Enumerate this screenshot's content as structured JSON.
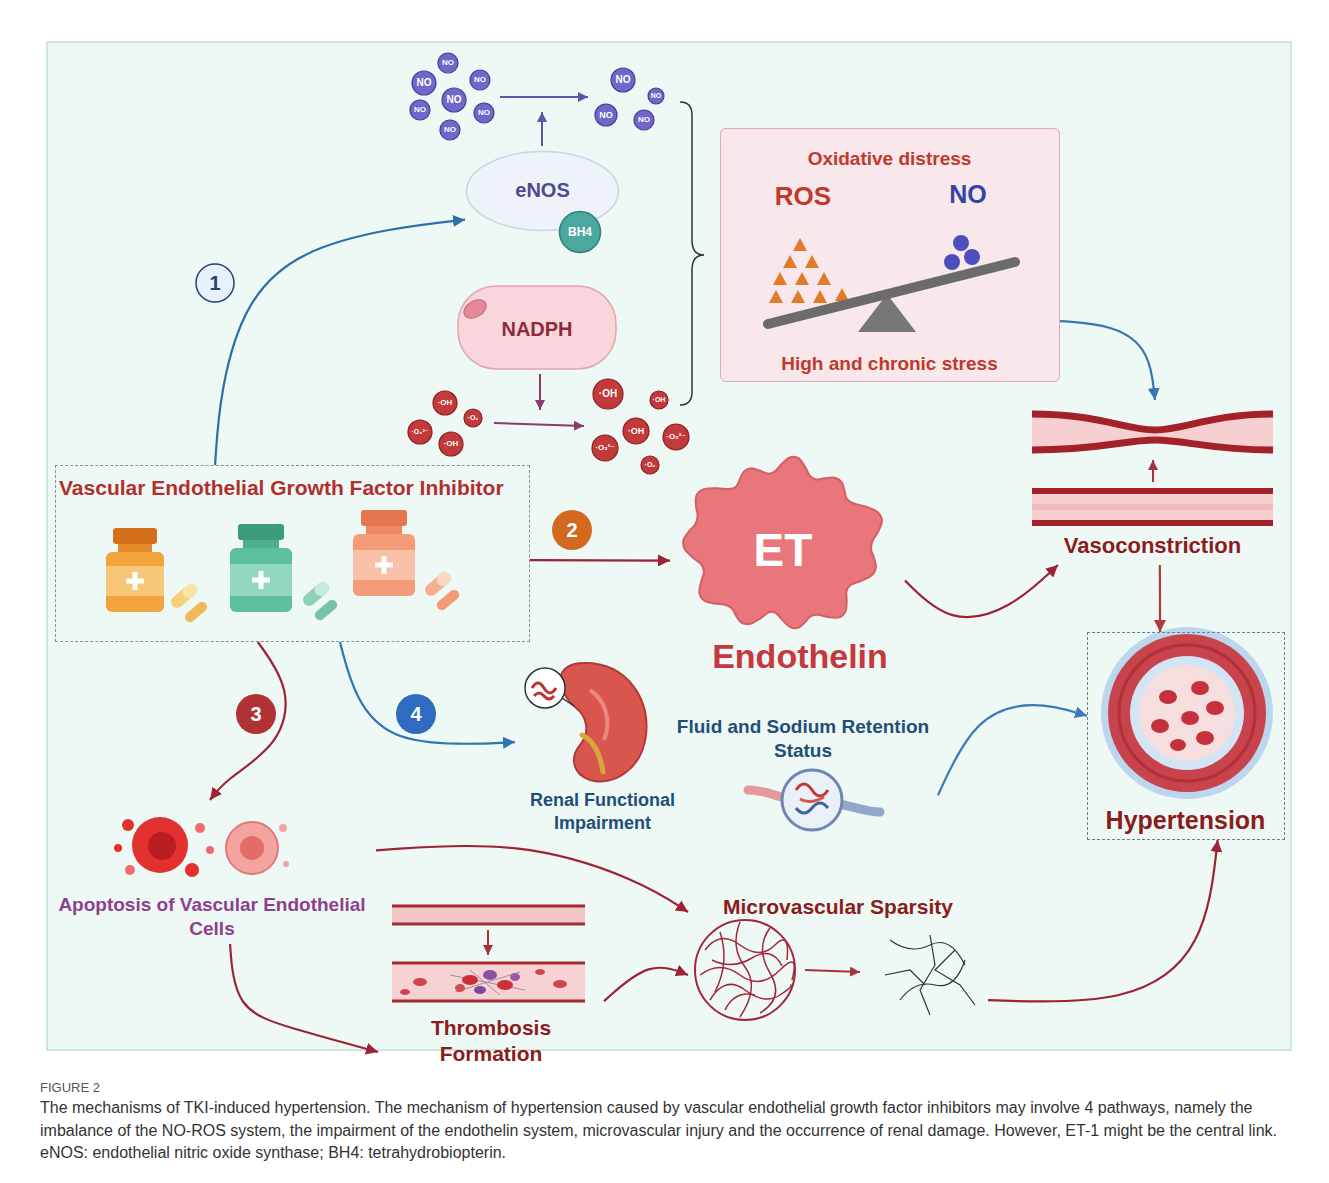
{
  "diagram": {
    "title": "FIGURE 2",
    "caption": "The mechanisms of TKI-induced hypertension. The mechanism of hypertension caused by vascular endothelial growth factor inhibitors may involve 4 pathways, namely the imbalance of the NO-ROS system, the impairment of the endothelin system, microvascular injury and the occurrence of renal damage. However, ET-1 might be the central link. eNOS: endothelial nitric oxide synthase; BH4: tetrahydrobiopterin.",
    "nodes": [
      {
        "text": [
          "Vascular Endothelial Growth Factor Inhibitor"
        ]
      },
      {
        "text": [
          "eNOS"
        ]
      },
      {
        "text": [
          "BH4"
        ],
        "in": 1
      },
      {
        "text": [
          "NADPH"
        ]
      },
      {
        "text": [
          "Oxidative distress",
          "ROS",
          "NO",
          "High and chronic stress"
        ]
      },
      {
        "text": [
          "ET",
          "Endothelin"
        ]
      },
      {
        "text": [
          "Vasoconstriction"
        ]
      },
      {
        "text": [
          "Hypertension"
        ]
      },
      {
        "text": [
          "Renal Functional Impairment"
        ]
      },
      {
        "text": [
          "Fluid and Sodium Retention Status"
        ]
      },
      {
        "text": [
          "Apoptosis of Vascular Endothelial Cells"
        ]
      },
      {
        "text": [
          "Thrombosis Formation"
        ]
      },
      {
        "text": [
          "Microvascular Sparsity"
        ]
      }
    ],
    "edges": [
      {
        "from": 0,
        "to": 1,
        "arrow": "to"
      },
      {
        "from": 4,
        "to": 6,
        "arrow": "to"
      },
      {
        "from": 0,
        "to": 5,
        "arrow": "to"
      },
      {
        "from": 5,
        "to": 6,
        "arrow": "to"
      },
      {
        "from": 6,
        "to": 7,
        "arrow": "to"
      },
      {
        "from": 0,
        "to": 10,
        "arrow": "to"
      },
      {
        "from": 0,
        "to": 8,
        "arrow": "to"
      },
      {
        "from": 9,
        "to": 7,
        "arrow": "to"
      },
      {
        "from": 10,
        "to": 12,
        "arrow": "to"
      },
      {
        "from": 10,
        "to": 11,
        "arrow": "to"
      },
      {
        "from": 11,
        "to": 12,
        "arrow": "to"
      },
      {
        "from": 12,
        "to": 7,
        "arrow": "to"
      }
    ],
    "labels": [
      "1",
      "2",
      "3",
      "4",
      "NO",
      "NO",
      "NO",
      "NO",
      "NO",
      "NO",
      "NO",
      "NO",
      "NO",
      "NO",
      "NO",
      "·OH",
      "·O₂",
      "·O₂²⁻",
      "·OH",
      "·OH",
      "·OH",
      "·OH",
      "·O₂²⁻",
      "·O₂²⁻",
      "·O₂"
    ]
  }
}
